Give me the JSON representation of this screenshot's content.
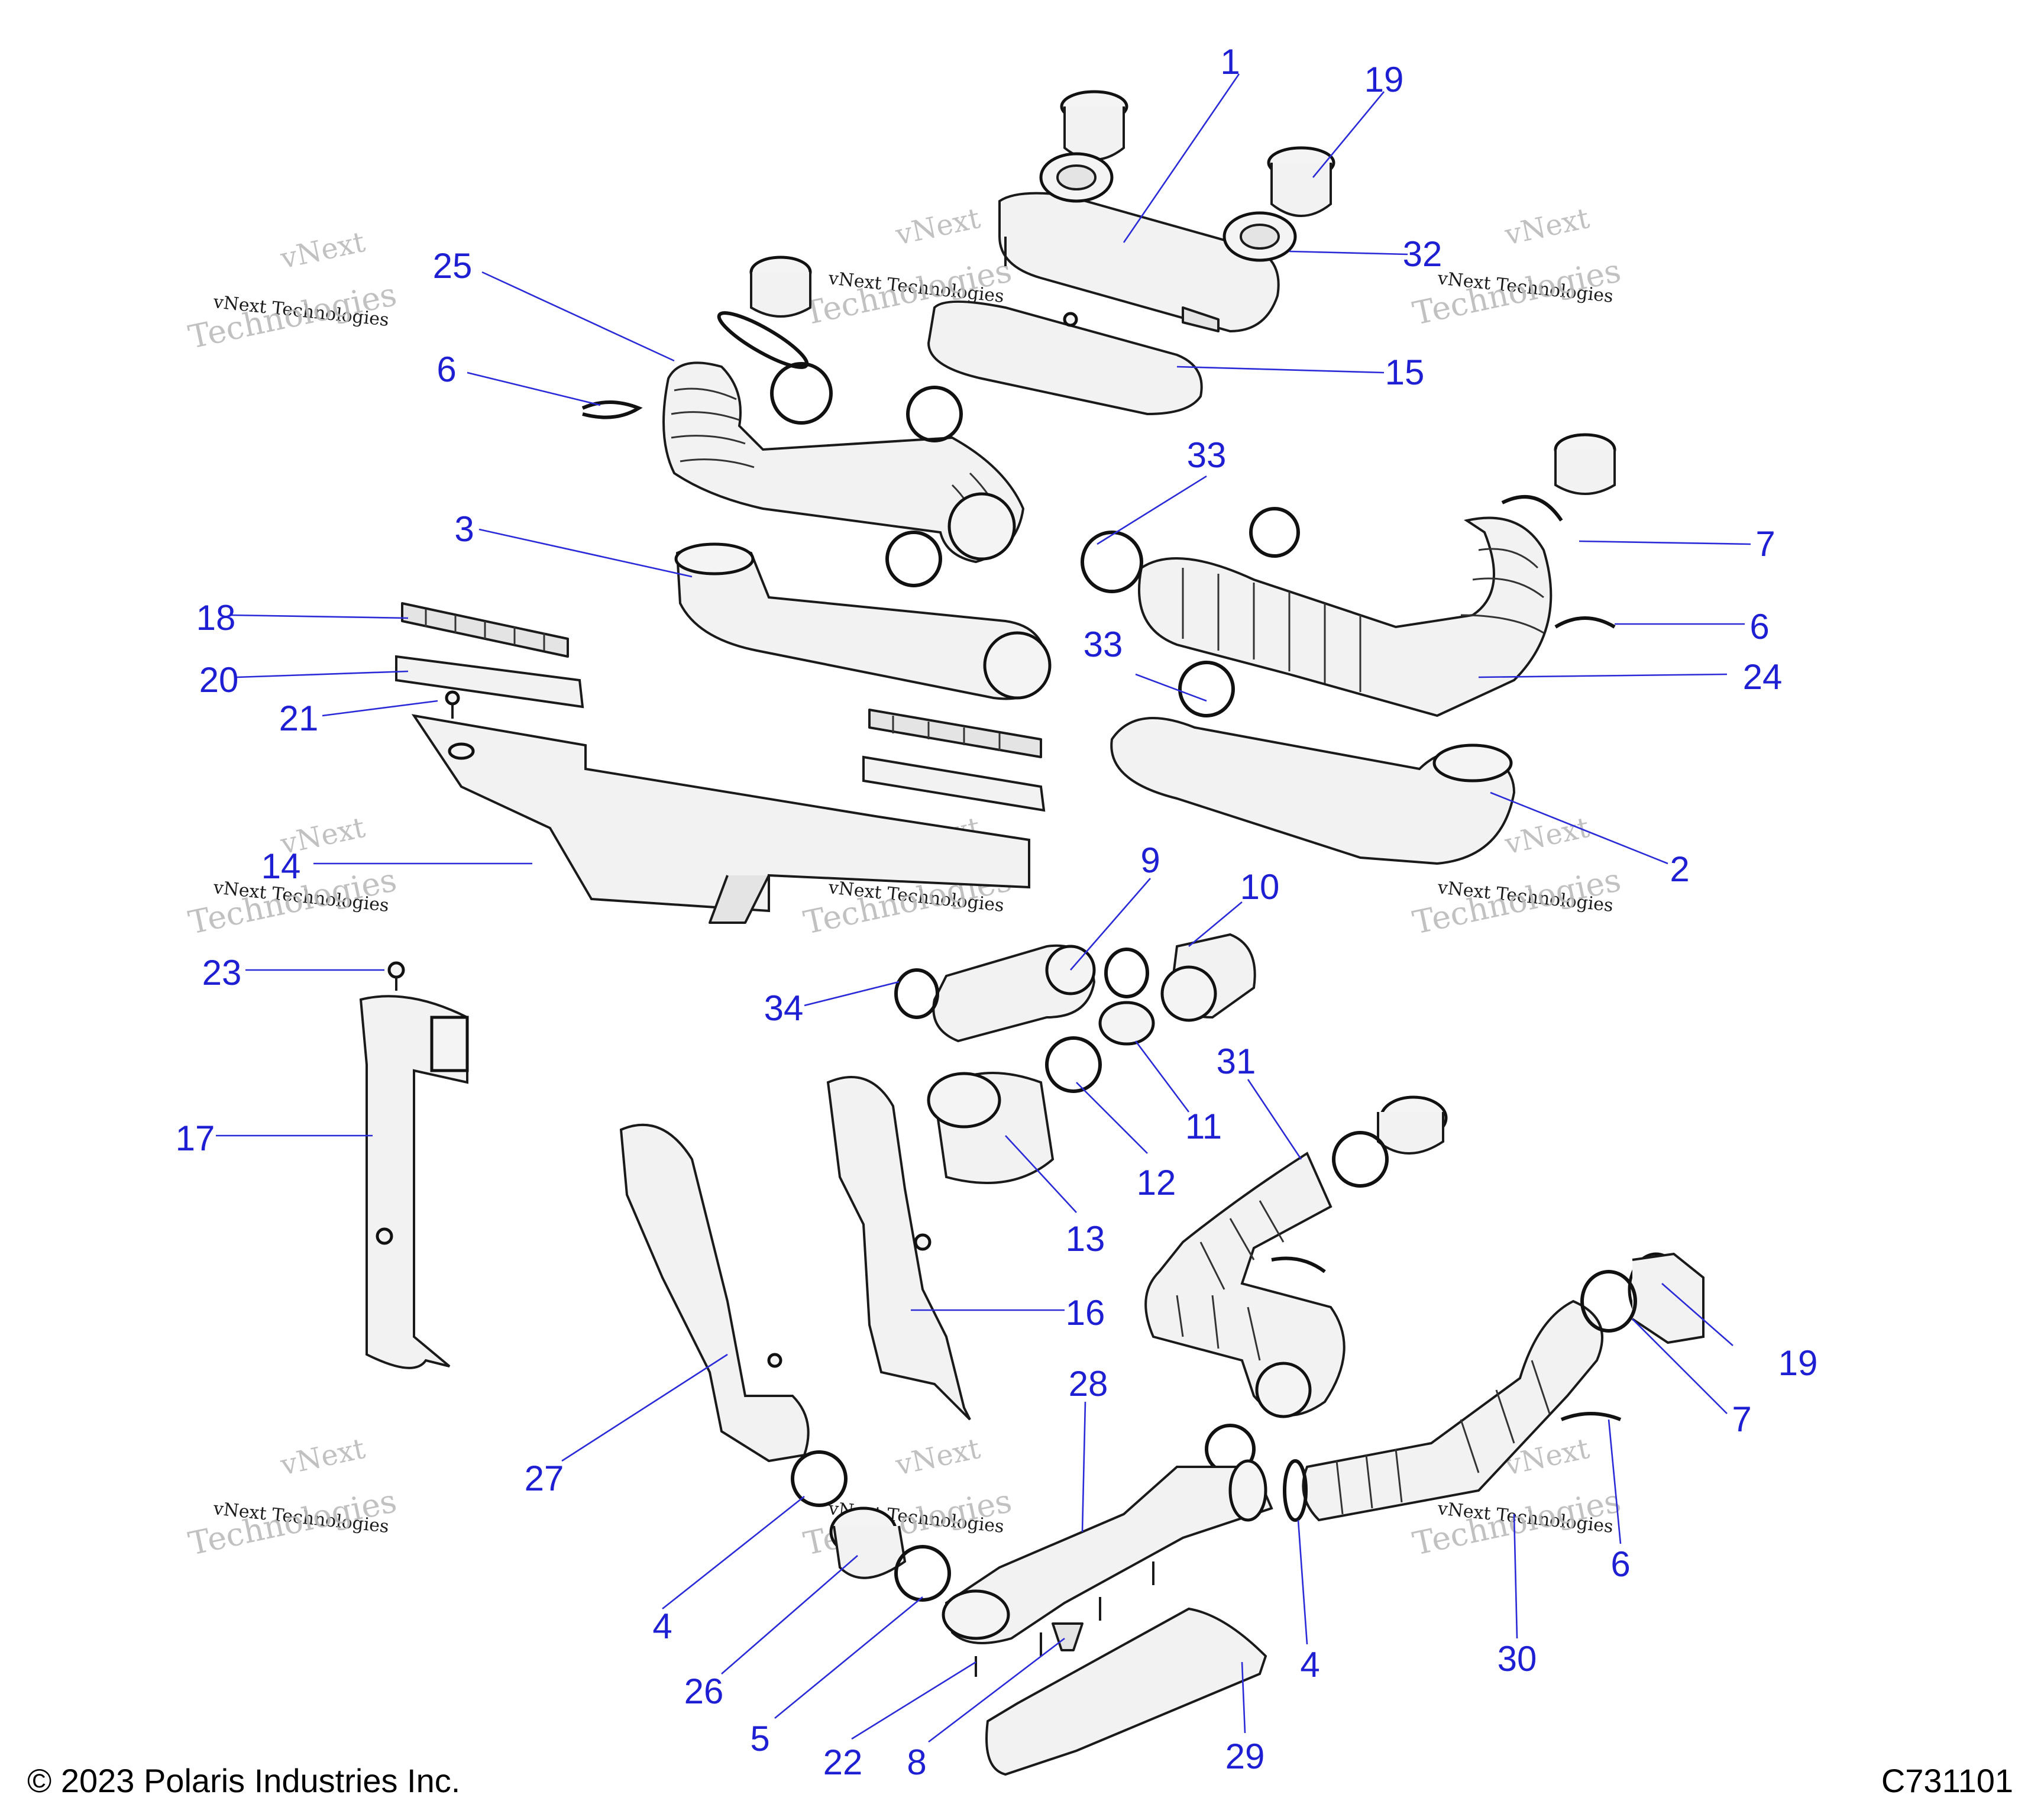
{
  "diagram": {
    "callouts": [
      "1",
      "19",
      "32",
      "25",
      "15",
      "6",
      "33",
      "7",
      "3",
      "18",
      "24",
      "20",
      "21",
      "2",
      "14",
      "9",
      "10",
      "23",
      "34",
      "31",
      "11",
      "12",
      "17",
      "13",
      "16",
      "28",
      "19",
      "7",
      "27",
      "4",
      "26",
      "4",
      "6",
      "30",
      "5",
      "22",
      "8",
      "29"
    ],
    "watermarks": [
      {
        "line1": "vNext",
        "line2": "vNext Technologies",
        "line3": "Technologies"
      }
    ]
  },
  "footer": {
    "copyright": "© 2023 Polaris Industries Inc.",
    "drawing_id": "C731101"
  },
  "colors": {
    "callout": "#1e1ed2",
    "part_fill": "#e4e4e4",
    "outline": "#1a1a1a"
  }
}
